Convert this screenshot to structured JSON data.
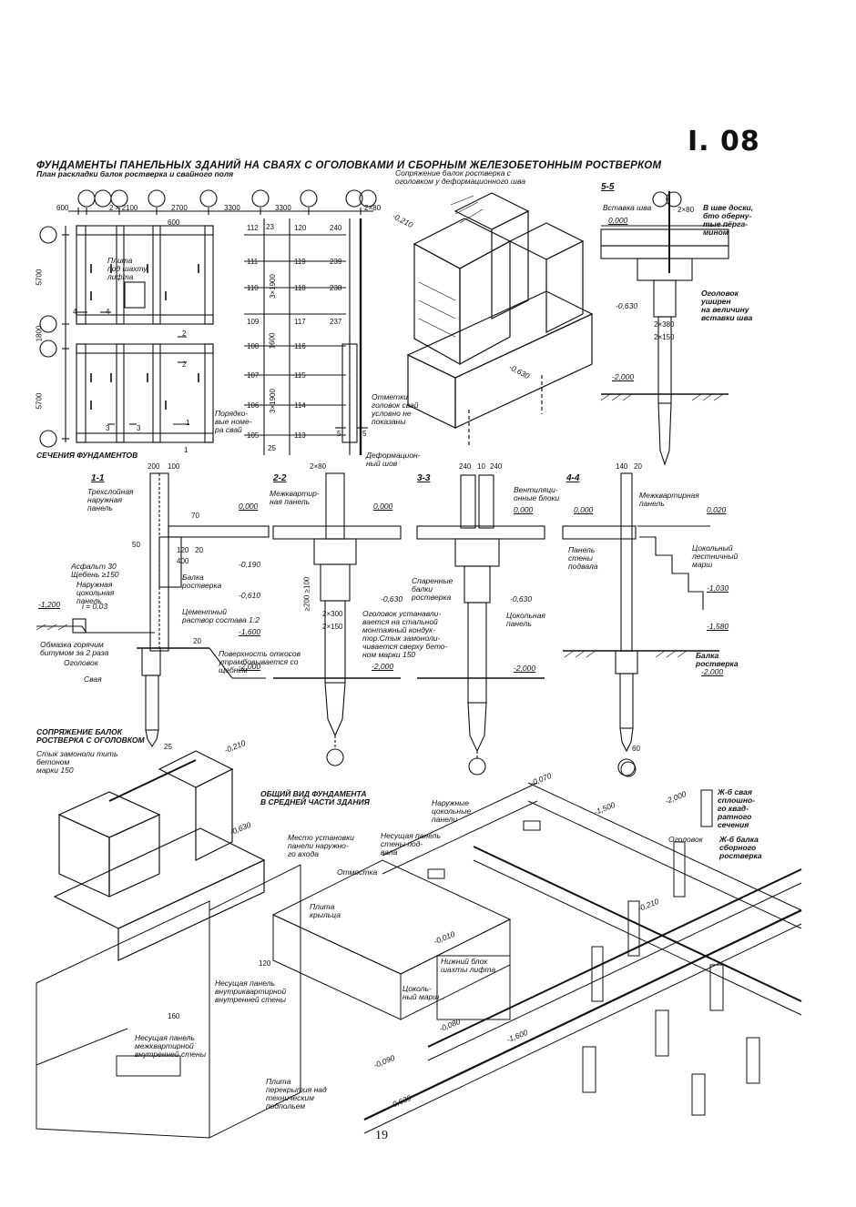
{
  "sheet_number": "I. 08",
  "title": "ФУНДАМЕНТЫ ПАНЕЛЬНЫХ ЗДАНИЙ  НА СВАЯХ С ОГОЛОВКАМИ И СБОРНЫМ ЖЕЛЕЗОБЕТОННЫМ РОСТВЕРКОМ",
  "plan": {
    "caption": "План раскладки балок ростверка и свайного поля",
    "dims_top": [
      "600",
      "2 × 2100",
      "2700",
      "3300",
      "3300",
      "2×80"
    ],
    "dim_600b": "600",
    "left_dims": [
      "5700",
      "1800",
      "5700"
    ],
    "lift_label": "Плита\nпод шахту\nлифта",
    "pile_nums_a": [
      "112",
      "111",
      "110",
      "109",
      "108",
      "107",
      "106",
      "105"
    ],
    "pile_nums_b": [
      "120",
      "119",
      "118",
      "117",
      "116",
      "115",
      "114",
      "113"
    ],
    "pile_nums_c": [
      "240",
      "239",
      "238",
      "237"
    ],
    "vert_dims": [
      "23",
      "3×1900",
      "1600",
      "3×1900",
      "25"
    ],
    "order_note": "Порядко-\nвые номе-\nра свай",
    "marks_note": "Отметки\nголовок свай\nусловно не\nпоказаны",
    "deform_label": "Деформацион-\nный шов",
    "section_marks": [
      "4",
      "4",
      "2",
      "2",
      "3",
      "3",
      "1",
      "1",
      "5",
      "5"
    ],
    "sections_caption": "СЕЧЕНИЯ ФУНДАМЕНТОВ"
  },
  "iso_joint": {
    "caption": "Сопряжение балок ростверка с\nоголовком у деформационного шва",
    "level_top": "-0,210",
    "level_bottom": "-0,630"
  },
  "sec55": {
    "title": "5-5",
    "insert": "Вставка шва",
    "dim": "2×80",
    "note1": "В шве доски,\nбто обернy-\nтые пёрга-\nмином",
    "level0": "0,000",
    "level1": "-0,630",
    "dims": [
      "2×380",
      "2×150"
    ],
    "head_note": "Оголовок\nуширен\nна величину\nвставки шва",
    "level2": "-2,000"
  },
  "sec11": {
    "title": "1-1",
    "dims": [
      "200",
      "100"
    ],
    "three_layer": "Трехслойная\nнаружная\nпанель",
    "level0": "0,000",
    "d70": "70",
    "d50": "50",
    "d120": "120",
    "d400": "400",
    "d20": "20",
    "l190": "-0,190",
    "beam": "Балка\nростверка",
    "l610": "-0,610",
    "asphalt": "Асфальт 30\nЩебень ≥150",
    "outer_panel": "Наружная\nцокольная\nпанель",
    "slope": "i = 0,03",
    "l1200": "-1,200",
    "cement": "Цементный\nраствор состава 1:2",
    "l1600": "-1,600",
    "coating": "Обмазка горячим\nбитумом за 2 раза",
    "head": "Оголовок",
    "pile": "Свая",
    "surface": "Поверхность откосов\nутрамбовывается со\nщебнем",
    "l2000": "-2,000",
    "d20b": "20"
  },
  "sec22": {
    "title": "2-2",
    "dim": "2×80",
    "panel": "Межквартир-\nная панель",
    "level0": "0,000",
    "d1": "≥200 ≥100",
    "l630": "-0,630",
    "dims": [
      "2×300",
      "2×150"
    ],
    "head_note": "Оголовок устанавли-\nвается на стальной\nмонтажный кондук-\nтор.Стык замоноли-\nчивается сверху бето-\nном марки 150",
    "l2000": "-2,000"
  },
  "sec33": {
    "title": "3-3",
    "dims": [
      "240",
      "10",
      "240"
    ],
    "vent": "Вентиляци-\nонные блоки",
    "level0": "0,000",
    "paired": "Спаренные\nбалки\nростверка",
    "l630": "-0,630",
    "socle": "Цокольная\nпанель",
    "l2000": "-2,000"
  },
  "sec44": {
    "title": "4-4",
    "dims": [
      "140",
      "20"
    ],
    "panel": "Межквартирная\nпанель",
    "level0": "0,000",
    "level020": "0,020",
    "cellar": "Панель\nстены\nподвала",
    "stair": "Цокольный\nлестничный\nмарш",
    "l1030": "-1,030",
    "l1580": "-1,580",
    "beam": "Балка\nростверка",
    "l2000": "-2,000"
  },
  "iso_beam": {
    "caption": "СОПРЯЖЕНИЕ БАЛОК\nРОСТВЕРКА С ОГОЛОВКОМ",
    "joint": "Стык замоноли тить\nбетоном\nмарки 150",
    "d25": "25",
    "l210": "-0,210",
    "l630": "-0,630"
  },
  "general": {
    "caption": "ОБЩИЙ ВИД ФУНДАМЕНТА\nВ СРЕДНЕЙ ЧАСТИ ЗДАНИЯ",
    "l070": "-0,070",
    "outer": "Наружные\nцокольные\nпанели",
    "l1500": "-1,500",
    "l2000": "-2,000",
    "pile_sq": "Ж-б свая\nсплошно-\nго квад-\nратного\nсечения",
    "head": "Оголовок",
    "rc_beam": "Ж-б балка\nсборного\nростверка",
    "entry": "Место установки\nпанели наружно-\nго входа",
    "bearing_cellar": "Несущая панель\nстены под-\nвала",
    "blind": "Отмостка",
    "porch": "Плита\nкрыльца",
    "l210": "-0,210",
    "l010": "-0,010",
    "lift_block": "Нижний блок\nшахты лифта",
    "socle_stair": "Цоколь-\nный марш",
    "d120": "120",
    "inner_wall": "Несущая панель\nвнутриквартирной\nвнутренней стены",
    "d160": "160",
    "l080": "-0,080",
    "l1600": "-1,600",
    "inter_wall": "Несущая панель\nмежквартирной\nвнутренней стены",
    "l090": "-0,090",
    "floor_slab": "Плита\nперекрытия над\nтехническим\nподпольем",
    "l630": "-0,630",
    "d60": "60"
  },
  "page_number": "19"
}
